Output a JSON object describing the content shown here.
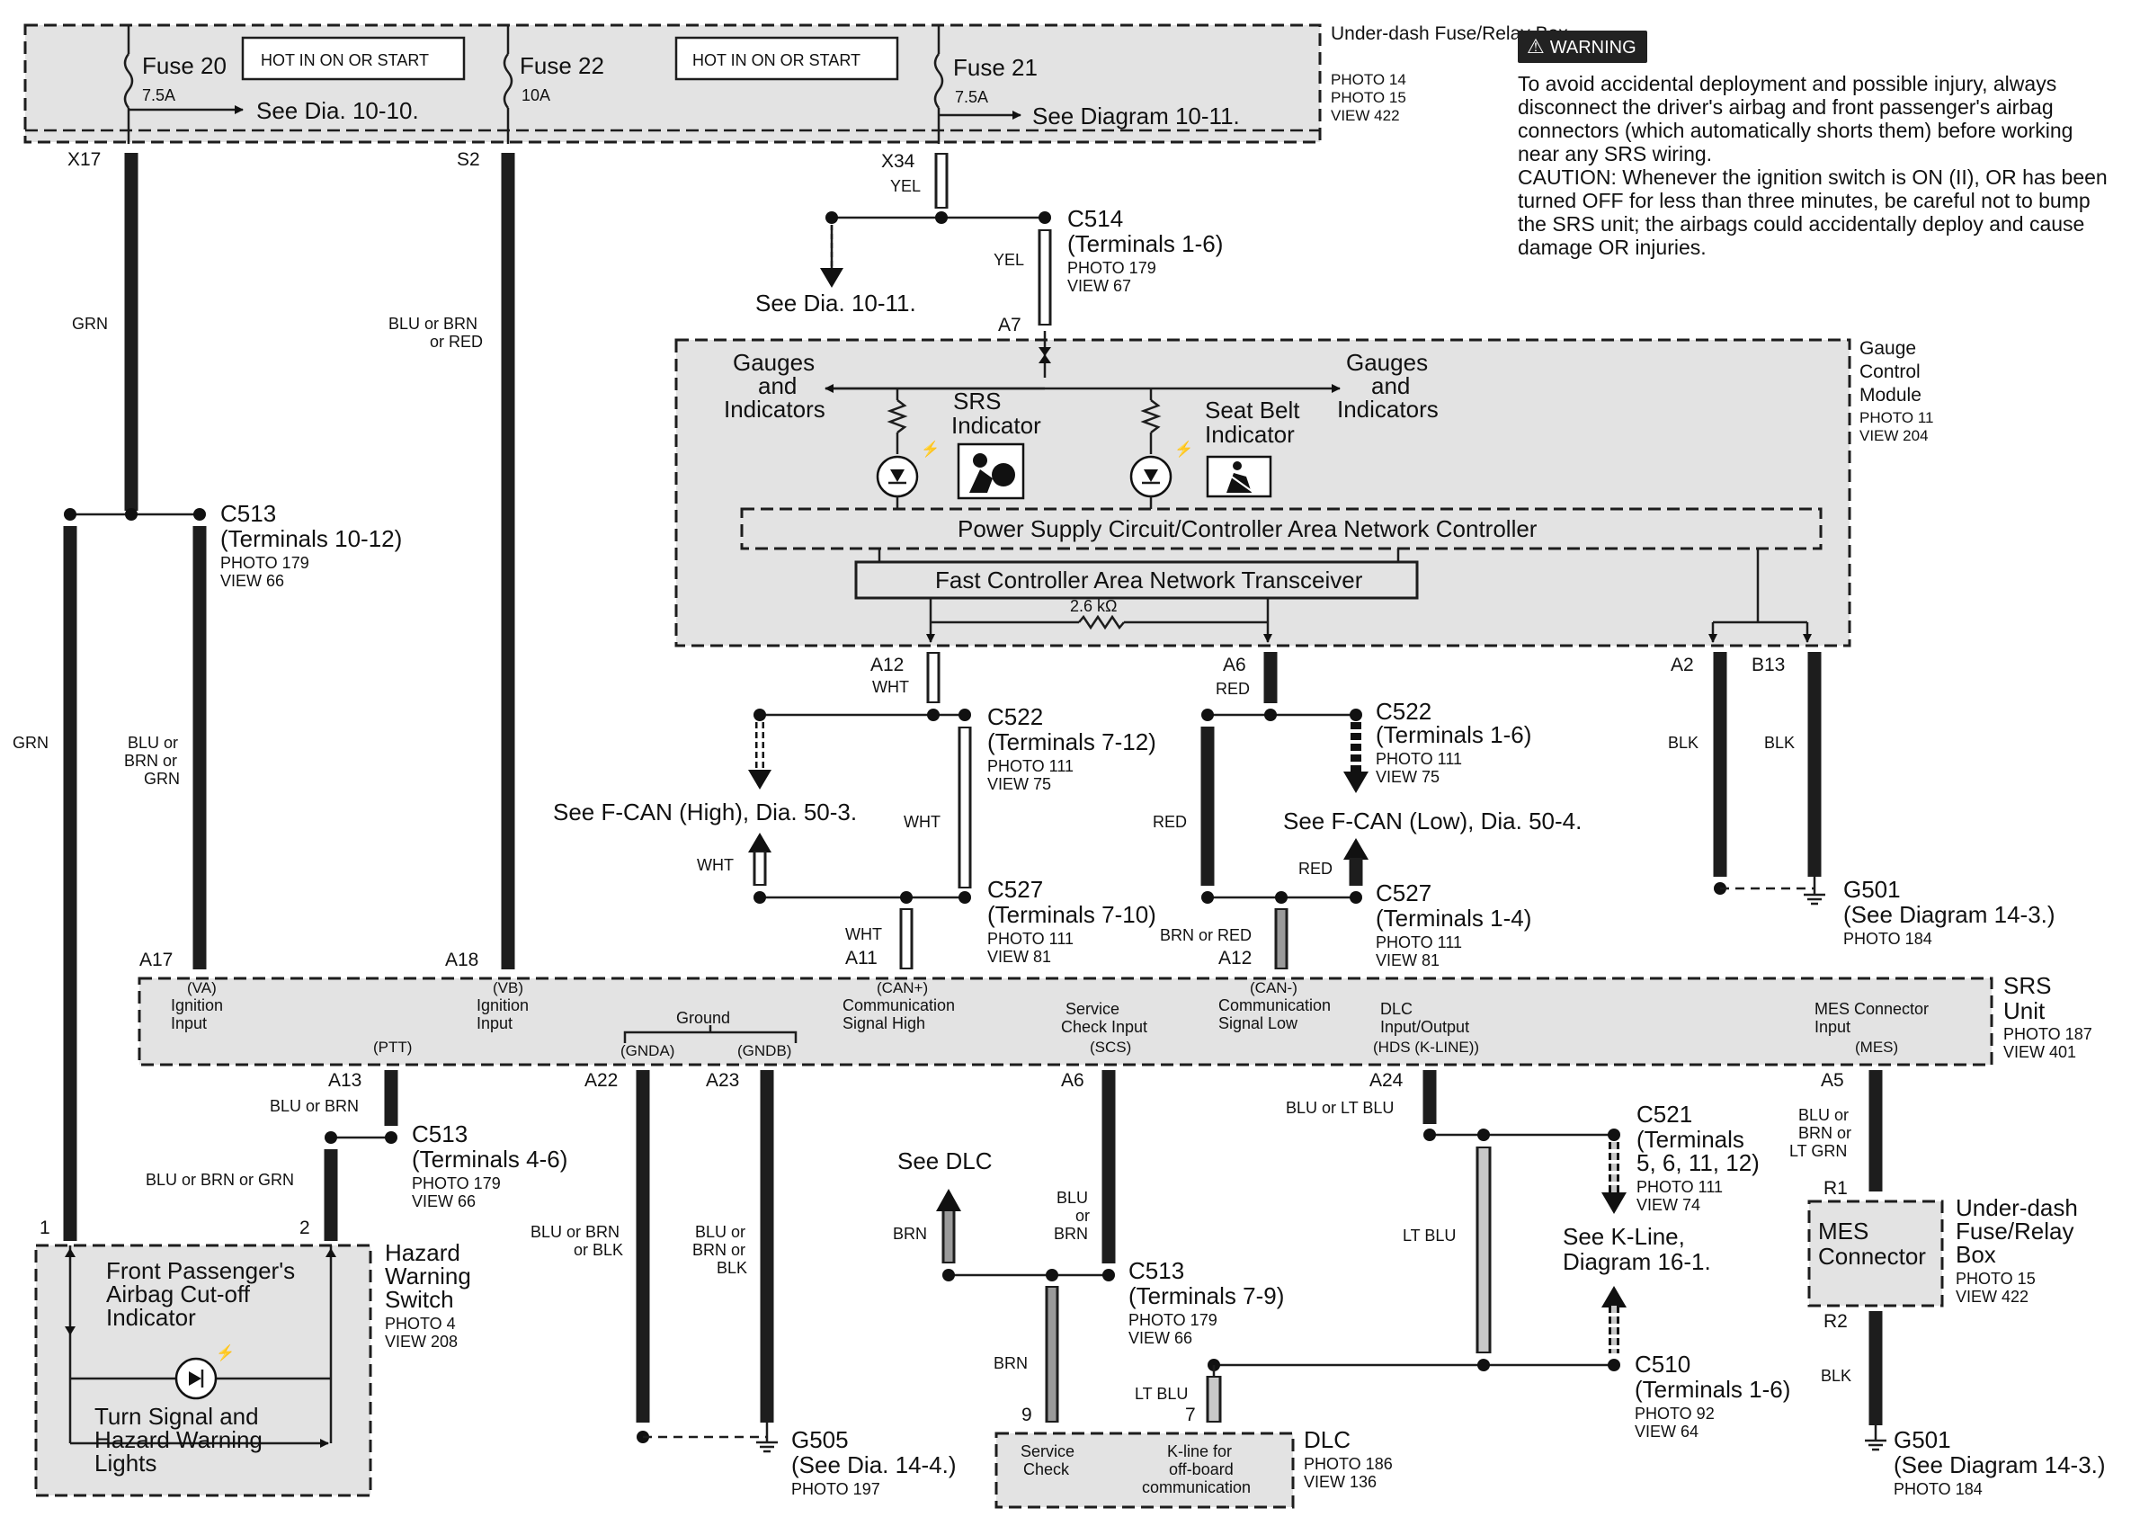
{
  "fuse_box": {
    "name": "Under-dash Fuse/Relay Box",
    "photo1": "PHOTO 14",
    "photo2": "PHOTO 15",
    "view": "VIEW 422",
    "hot_label": "HOT IN ON OR START",
    "fuses": [
      {
        "name": "Fuse 20",
        "amps": "7.5A",
        "ref": "See Dia. 10-10.",
        "pin": "X17"
      },
      {
        "name": "Fuse 22",
        "amps": "10A",
        "ref": "",
        "pin": "S2"
      },
      {
        "name": "Fuse 21",
        "amps": "7.5A",
        "ref": "See Diagram 10-11.",
        "pin": "X34"
      }
    ]
  },
  "warning": {
    "badge": "WARNING",
    "text": "To avoid accidental deployment and possible injury, always disconnect the driver's airbag and front passenger's airbag connectors (which automatically shorts them) before working near any SRS wiring.",
    "caution": "CAUTION: Whenever the ignition switch is ON (II), OR has been turned OFF for less than three minutes, be careful not to bump the SRS unit; the airbags could accidentally deploy and cause damage OR injuries."
  },
  "wire_colors": {
    "grn": "GRN",
    "blu_brn_red": [
      "BLU or BRN",
      "or RED"
    ],
    "blu_brn_grn": [
      "BLU or",
      "BRN or",
      "GRN"
    ],
    "yel": "YEL",
    "wht": "WHT",
    "red": "RED",
    "brn_or_red": "BRN or RED",
    "blk": "BLK",
    "blu_or_brn": "BLU or BRN",
    "blu_or_brn_or_grn": "BLU or BRN or GRN",
    "blu_brn_blk_a": [
      "BLU or BRN",
      "or BLK"
    ],
    "blu_brn_blk_b": [
      "BLU or",
      "BRN or",
      "BLK"
    ],
    "brn": "BRN",
    "blu_brn_a6": [
      "BLU",
      "or",
      "BRN"
    ],
    "blu_or_lt_blu": "BLU or LT BLU",
    "lt_blu": "LT BLU",
    "blu_brn_ltgrn": [
      "BLU or",
      "BRN or",
      "LT GRN"
    ]
  },
  "connectors": {
    "c514": {
      "name": "C514",
      "terminals": "(Terminals 1-6)",
      "photo": "PHOTO 179",
      "view": "VIEW 67"
    },
    "c513a": {
      "name": "C513",
      "terminals": "(Terminals 10-12)",
      "photo": "PHOTO 179",
      "view": "VIEW 66"
    },
    "c513b": {
      "name": "C513",
      "terminals": "(Terminals 4-6)",
      "photo": "PHOTO 179",
      "view": "VIEW 66"
    },
    "c513c": {
      "name": "C513",
      "terminals": "(Terminals 7-9)",
      "photo": "PHOTO 179",
      "view": "VIEW 66"
    },
    "c522a": {
      "name": "C522",
      "terminals": "(Terminals 7-12)",
      "photo": "PHOTO 111",
      "view": "VIEW 75"
    },
    "c522b": {
      "name": "C522",
      "terminals": "(Terminals 1-6)",
      "photo": "PHOTO 111",
      "view": "VIEW 75"
    },
    "c527a": {
      "name": "C527",
      "terminals": "(Terminals 7-10)",
      "photo": "PHOTO 111",
      "view": "VIEW 81"
    },
    "c527b": {
      "name": "C527",
      "terminals": "(Terminals 1-4)",
      "photo": "PHOTO 111",
      "view": "VIEW 81"
    },
    "c521": {
      "name": "C521",
      "terminals": [
        "(Terminals",
        "5, 6, 11, 12)"
      ],
      "photo": "PHOTO 111",
      "view": "VIEW 74"
    },
    "c510": {
      "name": "C510",
      "terminals": "(Terminals 1-6)",
      "photo": "PHOTO 92",
      "view": "VIEW 64"
    }
  },
  "gauge_module": {
    "name": [
      "Gauge",
      "Control",
      "Module"
    ],
    "photo": "PHOTO 11",
    "view": "VIEW 204",
    "gauges_label": [
      "Gauges",
      "and",
      "Indicators"
    ],
    "srs_indicator": [
      "SRS",
      "Indicator"
    ],
    "seatbelt_indicator": [
      "Seat Belt",
      "Indicator"
    ],
    "power_supply": "Power Supply Circuit/Controller Area Network Controller",
    "transceiver": "Fast Controller Area Network Transceiver",
    "resistor": "2.6 kΩ",
    "pins": {
      "a7": "A7",
      "a12": "A12",
      "a6": "A6",
      "a2": "A2",
      "b13": "B13"
    }
  },
  "references": {
    "dia_10_11": "See Dia. 10-11.",
    "fcan_high": "See F-CAN (High), Dia. 50-3.",
    "fcan_low": "See F-CAN (Low), Dia. 50-4.",
    "see_dlc": "See DLC",
    "kline": [
      "See K-Line,",
      "Diagram 16-1."
    ]
  },
  "grounds": {
    "g501a": {
      "name": "G501",
      "ref": "(See Diagram 14-3.)",
      "photo": "PHOTO 184"
    },
    "g505": {
      "name": "G505",
      "ref": "(See Dia. 14-4.)",
      "photo": "PHOTO 197"
    },
    "g501b": {
      "name": "G501",
      "ref": "(See Diagram 14-3.)",
      "photo": "PHOTO 184"
    }
  },
  "srs_unit": {
    "name": [
      "SRS",
      "Unit"
    ],
    "photo": "PHOTO 187",
    "view": "VIEW 401",
    "pins": {
      "a17": "A17",
      "a18": "A18",
      "a11": "A11",
      "a12": "A12",
      "a13": "A13",
      "a22": "A22",
      "a23": "A23",
      "a6": "A6",
      "a24": "A24",
      "a5": "A5"
    },
    "labels": {
      "va": "(VA)",
      "va_t": [
        "Ignition",
        "Input"
      ],
      "vb": "(VB)",
      "vb_t": [
        "Ignition",
        "Input"
      ],
      "ptt": "(PTT)",
      "ground": "Ground",
      "gnda": "(GNDA)",
      "gndb": "(GNDB)",
      "canp": "(CAN+)",
      "canp_t": [
        "Communication",
        "Signal High"
      ],
      "scs_t": [
        "Service",
        "Check Input"
      ],
      "scs": "(SCS)",
      "canm": "(CAN-)",
      "canm_t": [
        "Communication",
        "Signal Low"
      ],
      "dlc_t": [
        "DLC",
        "Input/Output"
      ],
      "hds": "(HDS (K-LINE))",
      "mes_t": [
        "MES Connector",
        "Input"
      ],
      "mes": "(MES)"
    }
  },
  "hazard_switch": {
    "name": [
      "Hazard",
      "Warning",
      "Switch"
    ],
    "photo": "PHOTO 4",
    "view": "VIEW 208",
    "pin1": "1",
    "pin2": "2",
    "indicator": [
      "Front Passenger's",
      "Airbag Cut-off",
      "Indicator"
    ],
    "turn_signal": [
      "Turn Signal and",
      "Hazard Warning",
      "Lights"
    ]
  },
  "dlc": {
    "name": "DLC",
    "photo": "PHOTO 186",
    "view": "VIEW 136",
    "pin9": "9",
    "pin7": "7",
    "service_check": [
      "Service",
      "Check"
    ],
    "kline": [
      "K-line for",
      "off-board",
      "communication"
    ]
  },
  "mes": {
    "name": [
      "MES",
      "Connector"
    ],
    "r1": "R1",
    "r2": "R2",
    "box": [
      "Under-dash",
      "Fuse/Relay",
      "Box"
    ],
    "photo": "PHOTO 15",
    "view": "VIEW 422"
  }
}
